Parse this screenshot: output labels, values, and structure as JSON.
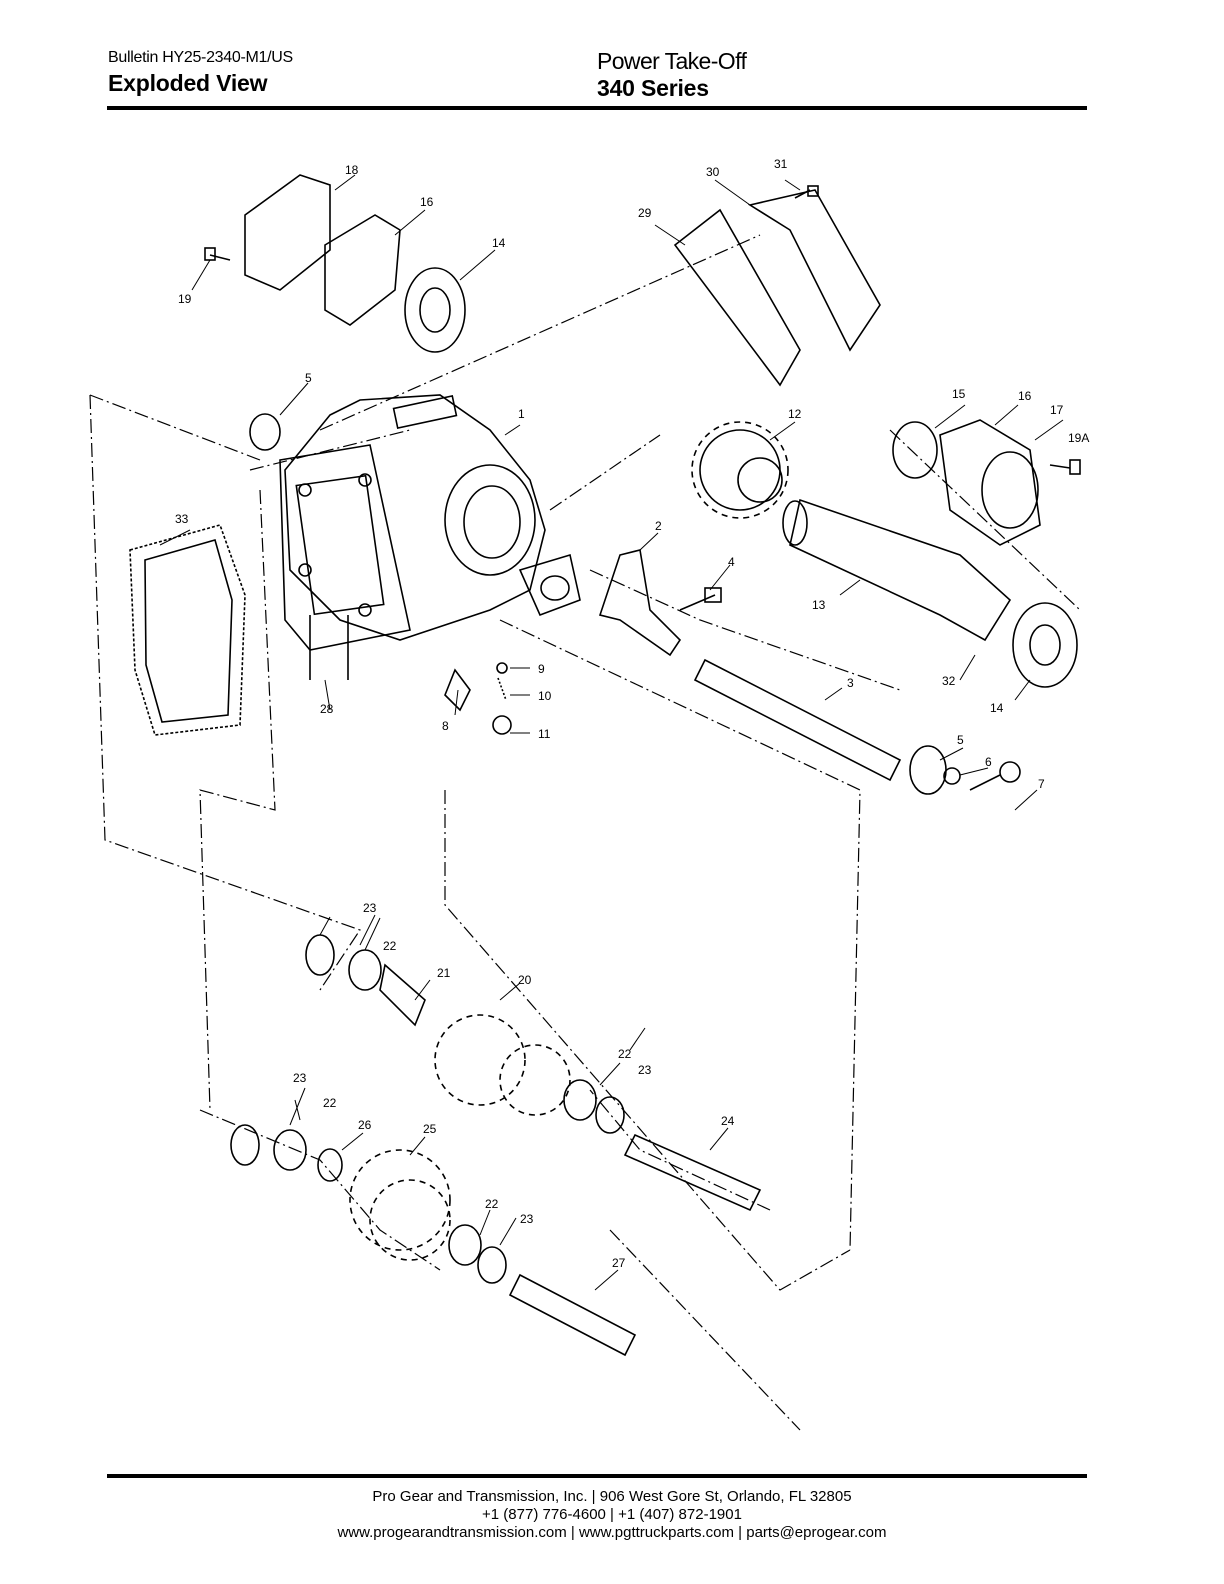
{
  "header": {
    "bulletin": "Bulletin HY25-2340-M1/US",
    "view_title": "Exploded View",
    "product": "Power Take-Off",
    "series": "340 Series"
  },
  "diagram": {
    "callouts": [
      "1",
      "2",
      "3",
      "4",
      "5",
      "5",
      "6",
      "7",
      "8",
      "9",
      "10",
      "11",
      "12",
      "13",
      "14",
      "14",
      "15",
      "16",
      "16",
      "17",
      "18",
      "19",
      "19A",
      "20",
      "21",
      "22",
      "22",
      "22",
      "22",
      "23",
      "23",
      "23",
      "23",
      "24",
      "25",
      "26",
      "27",
      "28",
      "29",
      "30",
      "31",
      "32",
      "33"
    ]
  },
  "footer": {
    "line1": "Pro Gear and Transmission, Inc. | 906 West Gore St, Orlando, FL  32805",
    "line2": "+1 (877) 776-4600 | +1 (407) 872-1901",
    "line3": "www.progearandtransmission.com | www.pgttruckparts.com | parts@eprogear.com"
  }
}
